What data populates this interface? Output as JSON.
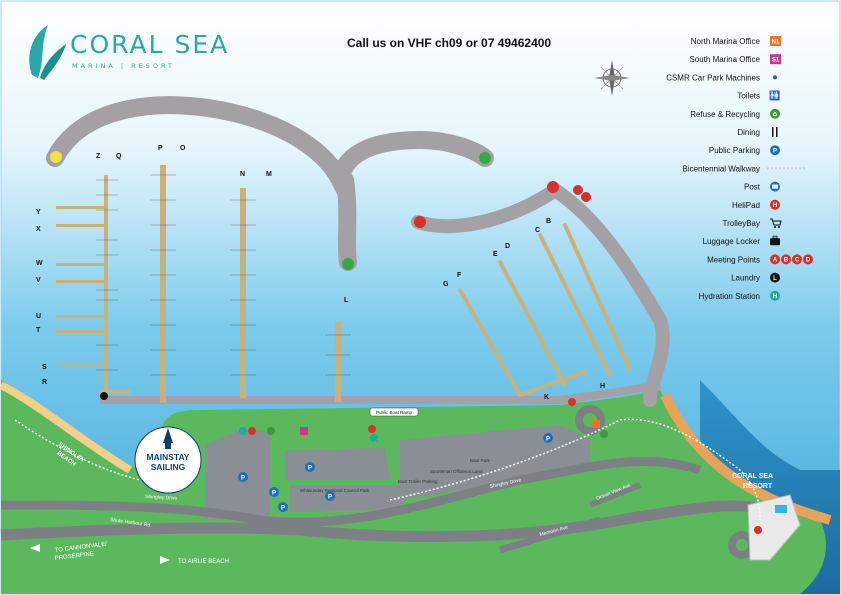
{
  "logo": {
    "title": "CORAL SEA",
    "subtitle": "MARINA | RESORT"
  },
  "contact": "Call us on VHF ch09 or 07 49462400",
  "legend": [
    {
      "label": "North Marina Office",
      "icon": "badge-square",
      "text": "N1",
      "color": "#e5762a"
    },
    {
      "label": "South Marina Office",
      "icon": "badge-square",
      "text": "S1",
      "color": "#c43a8f"
    },
    {
      "label": "CSMR Car Park Machines",
      "icon": "dot",
      "color": "#1f5fb0"
    },
    {
      "label": "Toilets",
      "icon": "toilets-icon",
      "color": "#111111"
    },
    {
      "label": "Refuse & Recycling",
      "icon": "recycle-icon",
      "color": "#3a9a3a"
    },
    {
      "label": "Dining",
      "icon": "dining-icon",
      "color": "#111111"
    },
    {
      "label": "Public Parking",
      "icon": "parking-icon",
      "text": "P",
      "color": "#1f6fc0"
    },
    {
      "label": "Bicentennial Walkway",
      "icon": "walkway-line",
      "color": "#cfcfcf"
    },
    {
      "label": "Post",
      "icon": "post-icon",
      "color": "#1f6fc0"
    },
    {
      "label": "HeliPad",
      "icon": "helipad-icon",
      "text": "H",
      "color": "#d6322a"
    },
    {
      "label": "TrolleyBay",
      "icon": "trolley-icon",
      "color": "#111111"
    },
    {
      "label": "Luggage Locker",
      "icon": "locker-icon",
      "color": "#111111"
    },
    {
      "label": "Meeting Points",
      "icon": "meeting-icon",
      "letters": [
        "A",
        "B",
        "C",
        "D"
      ],
      "color": "#d6322a"
    },
    {
      "label": "Laundry",
      "icon": "laundry-icon",
      "text": "L",
      "color": "#111111"
    },
    {
      "label": "Hydration Station",
      "icon": "hydration-icon",
      "text": "H",
      "color": "#20a8a8"
    }
  ],
  "piers": {
    "letters": [
      "Z",
      "Q",
      "P",
      "O",
      "N",
      "M",
      "Y",
      "X",
      "W",
      "V",
      "U",
      "T",
      "S",
      "R",
      "L",
      "G",
      "F",
      "E",
      "D",
      "C",
      "B",
      "K",
      "H"
    ]
  },
  "places": {
    "mainstay": "MAINSTAY SAILING",
    "resort": [
      "CORAL SEA",
      "RESORT"
    ],
    "beach": [
      "SHINGLEY",
      "BEACH"
    ],
    "public_boat_ramp": "Public Boat Ramp",
    "boat_park": "Boat Park",
    "regional_council": "Whitsunday Regional Council Park",
    "boat_trailer": "Boat Trailer Parking",
    "sportsman": "Sportsman Offices & Land"
  },
  "roads": {
    "shingley": "Shingley Drive",
    "shute": "Shute Harbour Rd",
    "ocean_view": "Ocean View Ave",
    "mamoon": "Mamoon Ave"
  },
  "directions": {
    "cannonvale": [
      "TO CANNONVALE/",
      "PROSERPINE"
    ],
    "airlie": "TO AIRLIE BEACH"
  },
  "colors": {
    "water": "#4fb5e3",
    "land": "#5cb85c",
    "breakwall": "#a3a0a6",
    "road": "#7c8085",
    "pier": "#c9b27a"
  }
}
